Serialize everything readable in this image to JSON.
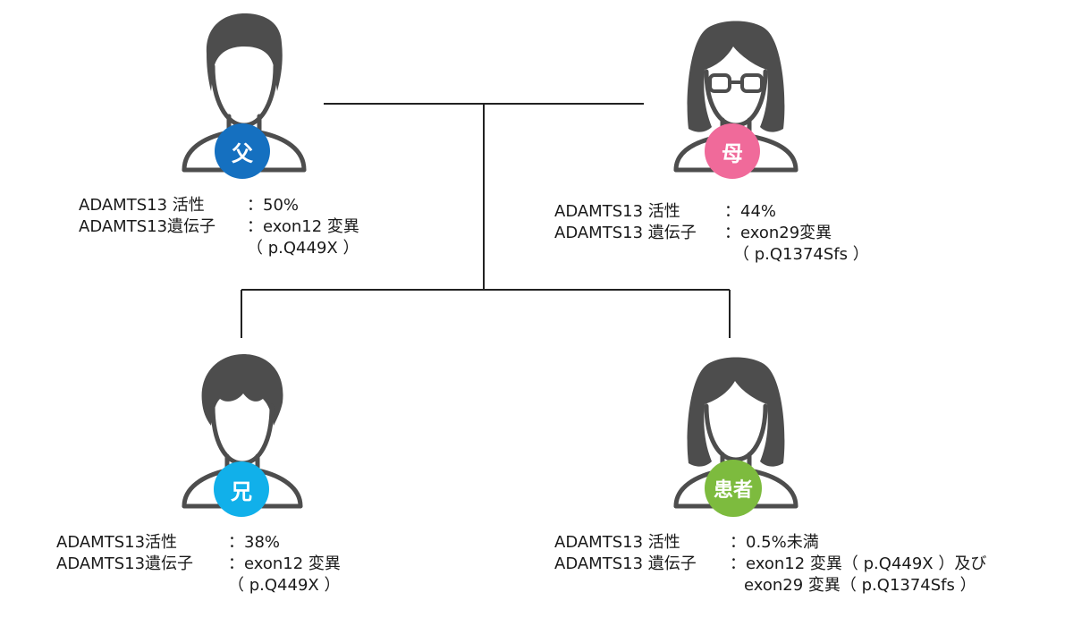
{
  "colors": {
    "silhouette": "#4d4d4d",
    "father_badge": "#1570c0",
    "mother_badge": "#f06a9a",
    "brother_badge": "#11b0ea",
    "patient_badge": "#7dbb3e",
    "line": "#222222"
  },
  "father": {
    "badge": "父",
    "icon": "male-person-icon",
    "activity_label": "ADAMTS13 活性",
    "activity_value": "50%",
    "gene_label": "ADAMTS13遺伝子",
    "gene_value": "exon12 変異",
    "gene_value_2": "（ p.Q449X ）"
  },
  "mother": {
    "badge": "母",
    "icon": "female-person-glasses-icon",
    "activity_label": "ADAMTS13 活性",
    "activity_value": "44%",
    "gene_label": "ADAMTS13 遺伝子",
    "gene_value": "exon29変異",
    "gene_value_2": "（ p.Q1374Sfs ）"
  },
  "brother": {
    "badge": "兄",
    "icon": "male-person-icon",
    "activity_label": "ADAMTS13活性",
    "activity_value": "38%",
    "gene_label": "ADAMTS13遺伝子",
    "gene_value": "exon12 変異",
    "gene_value_2": "（ p.Q449X ）"
  },
  "patient": {
    "badge": "患者",
    "icon": "female-person-icon",
    "activity_label": "ADAMTS13 活性",
    "activity_value": "0.5%未満",
    "gene_label": "ADAMTS13 遺伝子",
    "gene_value": "exon12 変異（ p.Q449X ）及び",
    "gene_value_2": "exon29 変異（ p.Q1374Sfs ）"
  }
}
